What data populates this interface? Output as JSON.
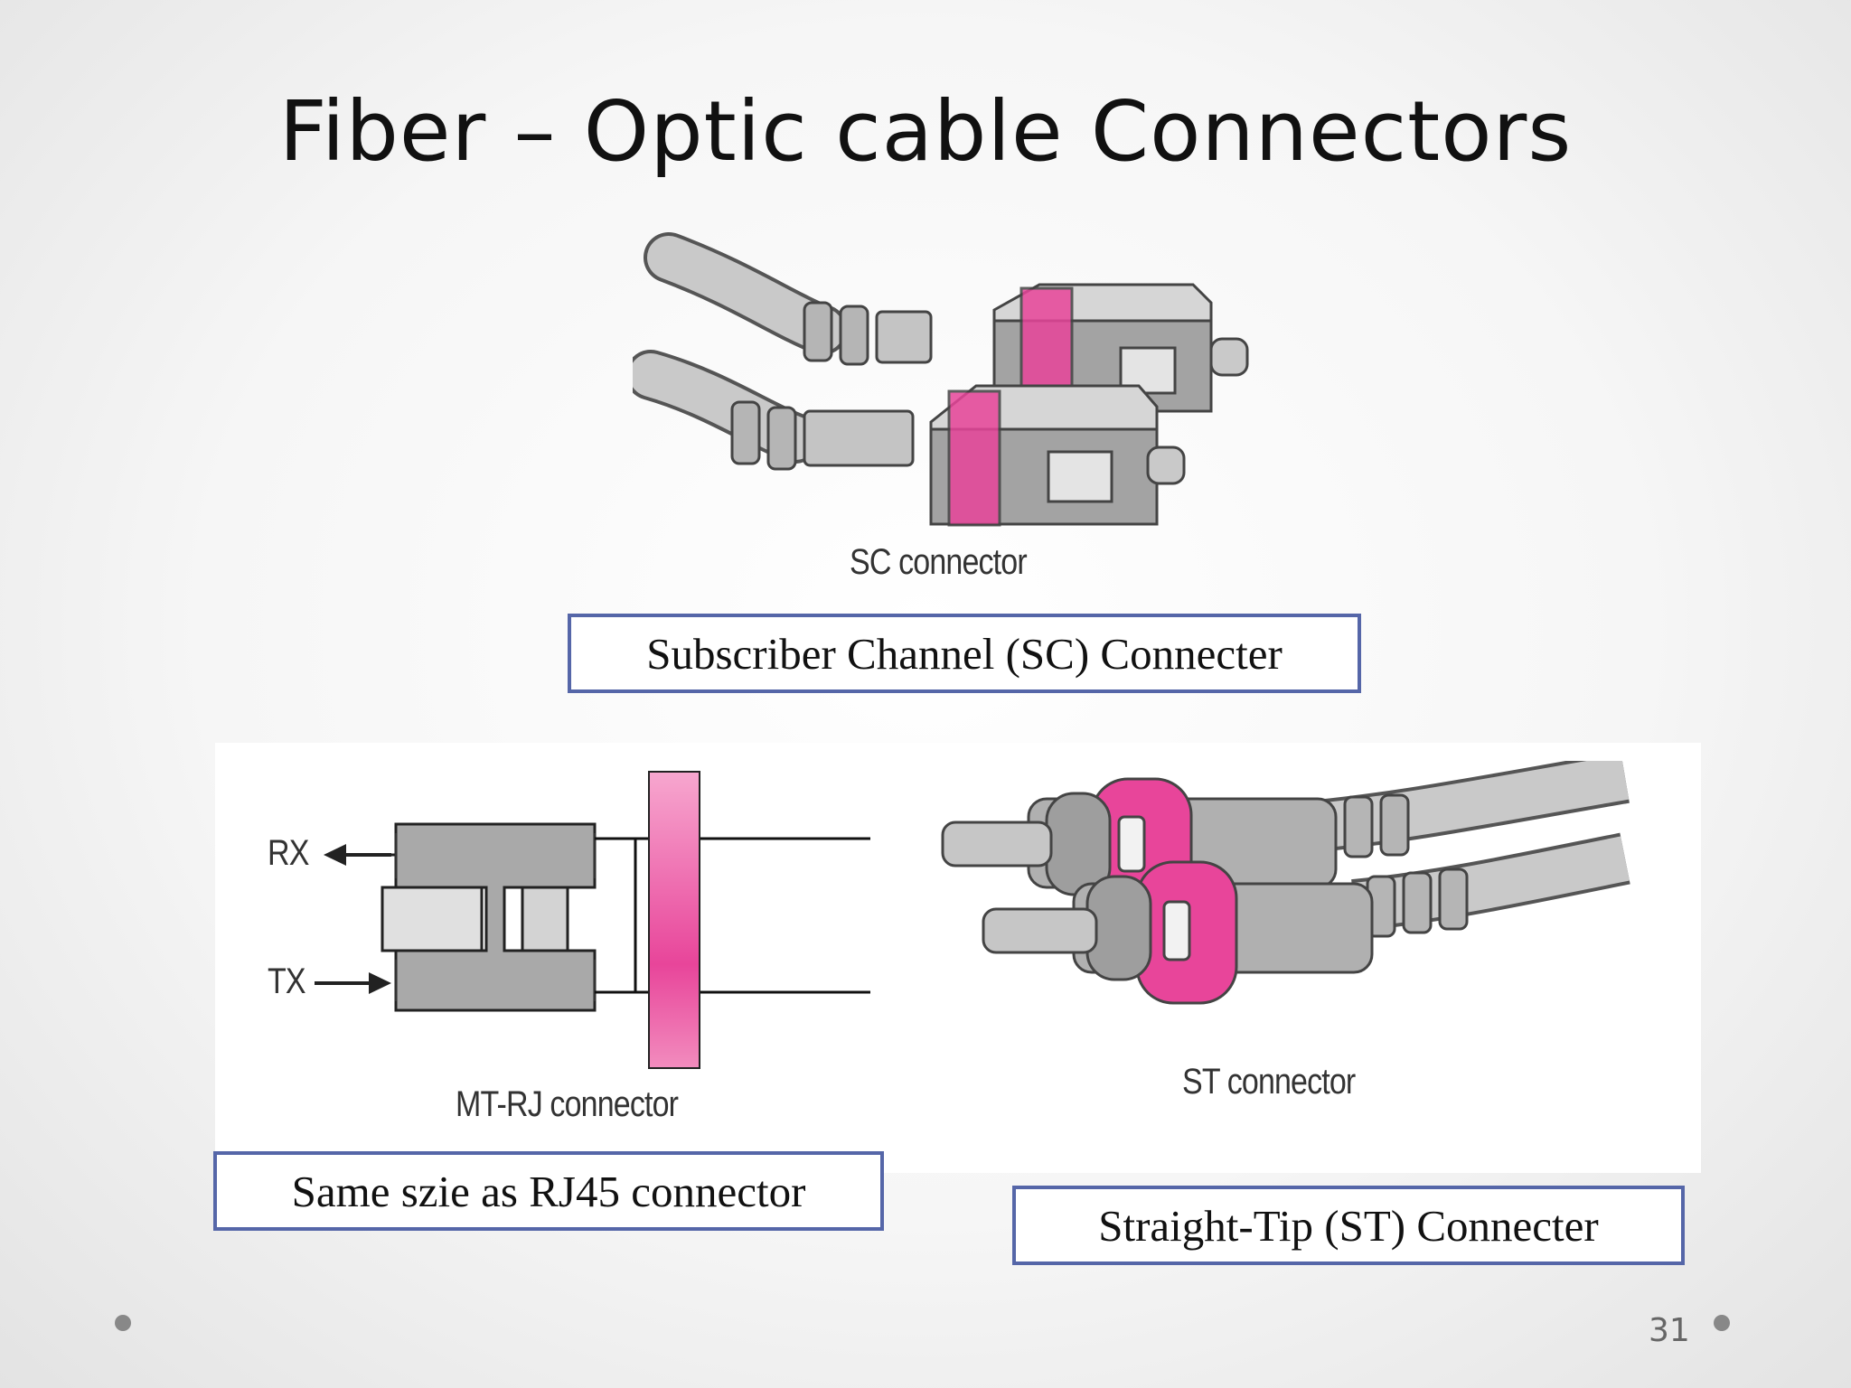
{
  "slide": {
    "title": "Fiber – Optic cable Connectors",
    "page_number": "31"
  },
  "figures": {
    "sc": {
      "label": "SC connector"
    },
    "mtrj": {
      "label": "MT-RJ connector",
      "rx": "RX",
      "tx": "TX"
    },
    "st": {
      "label": "ST connector"
    }
  },
  "captions": {
    "sc": "Subscriber Channel (SC) Connecter",
    "mtrj": "Same szie as RJ45 connector",
    "st": "Straight-Tip (ST) Connecter"
  },
  "colors": {
    "accent_pink": "#e8459a",
    "connector_gray": "#a9a9a9",
    "caption_border": "#5566a8"
  }
}
